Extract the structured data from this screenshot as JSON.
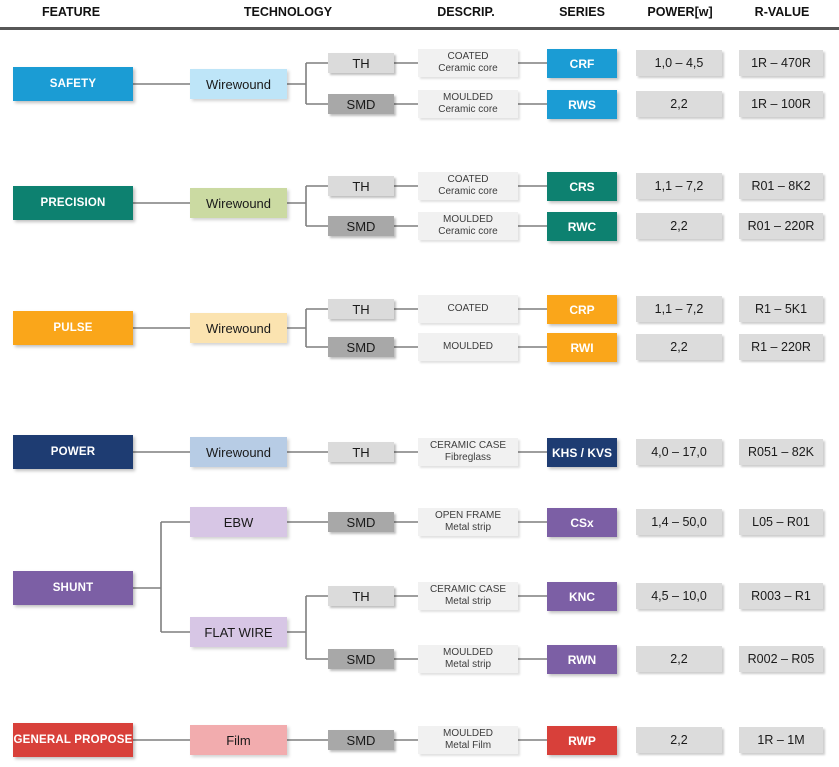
{
  "header": {
    "columns": [
      "FEATURE",
      "TECHNOLOGY",
      "DESCRIP.",
      "SERIES",
      "POWER[w]",
      "R-VALUE"
    ]
  },
  "groups": [
    {
      "feature": "SAFETY",
      "tech": [
        "Wirewound"
      ],
      "rows": [
        {
          "mount": "TH",
          "desc_title": "COATED",
          "desc_sub": "Ceramic core",
          "series": "CRF",
          "power": "1,0 – 4,5",
          "r_value": "1R – 470R"
        },
        {
          "mount": "SMD",
          "desc_title": "MOULDED",
          "desc_sub": "Ceramic core",
          "series": "RWS",
          "power": "2,2",
          "r_value": "1R – 100R"
        }
      ]
    },
    {
      "feature": "PRECISION",
      "tech": [
        "Wirewound"
      ],
      "rows": [
        {
          "mount": "TH",
          "desc_title": "COATED",
          "desc_sub": "Ceramic core",
          "series": "CRS",
          "power": "1,1 – 7,2",
          "r_value": "R01 – 8K2"
        },
        {
          "mount": "SMD",
          "desc_title": "MOULDED",
          "desc_sub": "Ceramic core",
          "series": "RWC",
          "power": "2,2",
          "r_value": "R01 – 220R"
        }
      ]
    },
    {
      "feature": "PULSE",
      "tech": [
        "Wirewound"
      ],
      "rows": [
        {
          "mount": "TH",
          "desc_title": "COATED",
          "desc_sub": "",
          "series": "CRP",
          "power": "1,1 – 7,2",
          "r_value": "R1 – 5K1"
        },
        {
          "mount": "SMD",
          "desc_title": "MOULDED",
          "desc_sub": "",
          "series": "RWI",
          "power": "2,2",
          "r_value": "R1 – 220R"
        }
      ]
    },
    {
      "feature": "POWER",
      "tech": [
        "Wirewound"
      ],
      "rows": [
        {
          "mount": "TH",
          "desc_title": "CERAMIC CASE",
          "desc_sub": "Fibreglass",
          "series": "KHS / KVS",
          "power": "4,0 – 17,0",
          "r_value": "R051 – 82K"
        }
      ]
    },
    {
      "feature": "SHUNT",
      "tech": [
        "EBW",
        "FLAT WIRE"
      ],
      "rows": [
        {
          "mount": "SMD",
          "desc_title": "OPEN FRAME",
          "desc_sub": "Metal strip",
          "series": "CSx",
          "power": "1,4 – 50,0",
          "r_value": "L05 – R01"
        },
        {
          "mount": "TH",
          "desc_title": "CERAMIC CASE",
          "desc_sub": "Metal strip",
          "series": "KNC",
          "power": "4,5 – 10,0",
          "r_value": "R003 – R1"
        },
        {
          "mount": "SMD",
          "desc_title": "MOULDED",
          "desc_sub": "Metal strip",
          "series": "RWN",
          "power": "2,2",
          "r_value": "R002 – R05"
        }
      ]
    },
    {
      "feature": "GENERAL PROPOSE",
      "tech": [
        "Film"
      ],
      "rows": [
        {
          "mount": "SMD",
          "desc_title": "MOULDED",
          "desc_sub": "Metal Film",
          "series": "RWP",
          "power": "2,2",
          "r_value": "1R – 1M"
        }
      ]
    }
  ],
  "colors": {
    "safety": "#1B9CD4",
    "safety_light": "#BEE5F8",
    "precision": "#0D8170",
    "precision_light": "#CBDAA2",
    "pulse": "#FAA61A",
    "pulse_light": "#FBE3B0",
    "power": "#1E3C72",
    "power_light": "#B7CCE5",
    "shunt": "#7C5FA5",
    "shunt_light": "#D7C6E5",
    "general": "#D8403A",
    "general_light": "#F2ACAE",
    "th_box": "#DBDBDB",
    "smd_box": "#A8A8A8",
    "descrip_box": "#F1F1F1",
    "value_box": "#DCDCDC",
    "header_rule": "#575757",
    "connector": "#7F7F7F"
  }
}
